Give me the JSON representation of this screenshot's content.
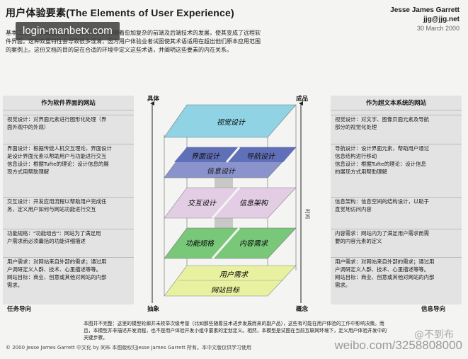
{
  "header": {
    "title_cn": "用户体验要素",
    "title_en": "(The Elements of User Experience)",
    "author": "Jesse James Garrett",
    "email": "jjg@jjg.net",
    "date": "30 March 2000"
  },
  "watermark": "login-manbetx.com",
  "intro": "基本二元性：网站起初是一个信息空间；但随着愈加复杂的前端及后端技术的发展，使其变成了远程软件界面。这种双重特性会导致很多混淆，因为用户体验业者试图使其术语适用在超出他们原本应用范围的案例上。这份文档的目的是在合适的环境中定义这些术语，并阐明这些要素的内在关系。",
  "left_panel": {
    "heading": "作为软件界面的网站",
    "footer": "任务导向",
    "sections": [
      {
        "lines": [
          "视觉设计：对界面元素进行图形化处理（界",
          "面外观中的外观）"
        ]
      },
      {
        "lines": [
          "界面设计：根据传统人机交互理论，界面设计",
          "是设计界面元素以帮助用户与功能进行交互",
          "信息设计：根据Tufte的理论：设计信息的展",
          "现方式用帮助理解"
        ]
      },
      {
        "lines": [
          "交互设计：开发应用流程以帮助用户完成任",
          "务，定义用户如何与网站功能进行交互"
        ]
      },
      {
        "lines": [
          "功能规格：\"功能组合\"：网站为了满足用",
          "户需求而必须囊括的功能详细描述"
        ]
      },
      {
        "lines": [
          "用户需求：对网站来自外部的需求；通过用",
          "户调研定义人群、技术、心里描述等等。",
          "网站目标：商业、创意或其他对网站的内部",
          "需求。"
        ]
      }
    ]
  },
  "right_panel": {
    "heading": "作为超文本系统的网站",
    "footer": "信息导向",
    "sections": [
      {
        "lines": [
          "视觉设计：对文字、图像页面元素及导航",
          "部分的视觉化处理"
        ]
      },
      {
        "lines": [
          "导航设计：设计界面元素，帮助用户通过",
          "信息结构进行移动",
          "信息设计：根据Tufte的理论：设计信息",
          "的展现方式用帮助理解"
        ]
      },
      {
        "lines": [
          "信息架构：信息空间的结构设计，以助于",
          "直觉地访问内容"
        ]
      },
      {
        "lines": [
          "内容需求：网站内为了满足用户需求而需",
          "要的内容元素的定义"
        ]
      },
      {
        "lines": [
          "用户需求：对网站来自外部的需求；通过用",
          "户调研定义人群、技术、心里描述等等。",
          "网站目标：商业、创意或其他对网站的内部",
          "需求。"
        ]
      }
    ]
  },
  "axis": {
    "top_left": "具体",
    "top_right": "成品",
    "bottom_left": "抽象",
    "bottom_right": "概念",
    "time": "时间"
  },
  "planes": {
    "visual": "视觉设计",
    "interface": "界面设计",
    "navigation": "导航设计",
    "information": "信息设计",
    "interaction": "交互设计",
    "ia": "信息架构",
    "functional": "功能规格",
    "content": "内容需求",
    "user_needs": "用户需求",
    "site_objectives": "网站目标"
  },
  "colors": {
    "visual": "#8fd3e4",
    "interface": "#5f6fb8",
    "info": "#8a93cc",
    "interaction": "#e2cde4",
    "functional": "#79c779",
    "needs": "#e7f1a0"
  },
  "footnote": "本图并不完整：这里的模型轮廓并未枚举次级考量（比如那些随着技术进步发展而来的副产品），这些有可能在用户体验的工作中影响决策。而且，本模型并非描述开发流程，也不是用户体验开发小组中要素的定划定义。相然，本模型是试图在当前互联网环境下，定义用户体验开发中的关键步骤。",
  "copyright": "© 2000 Jesse James Garrett   中文化 by 同布   本图版权归Jesse James Garrett 所有。本中文版仅供学习使用",
  "weibo": "weibo.com/3258808000",
  "weibo_mark": "@不到布"
}
